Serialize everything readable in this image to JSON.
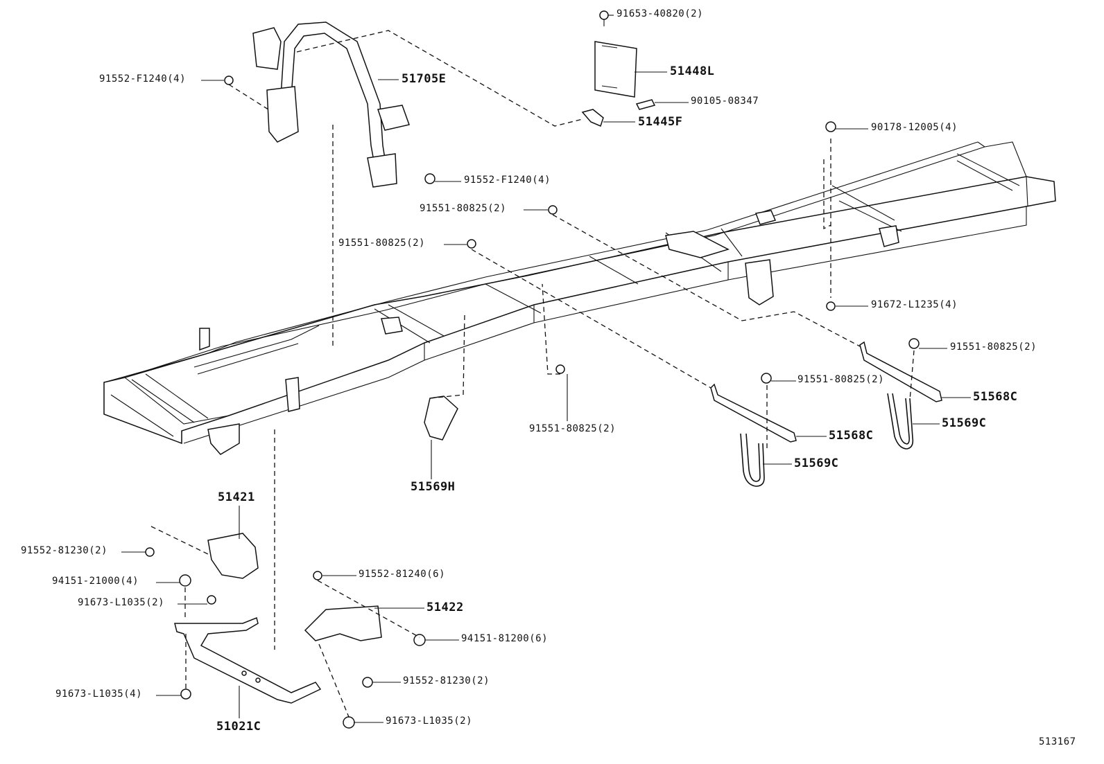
{
  "diagram": {
    "code": "513167",
    "parts": [
      {
        "id": "p1",
        "label": "91653-40820(2)"
      },
      {
        "id": "p2",
        "label": "51448L"
      },
      {
        "id": "p3",
        "label": "90105-08347"
      },
      {
        "id": "p4",
        "label": "51445F"
      },
      {
        "id": "p5",
        "label": "51705E"
      },
      {
        "id": "p6",
        "label": "91552-F1240(4)"
      },
      {
        "id": "p7",
        "label": "91552-F1240(4)"
      },
      {
        "id": "p8",
        "label": "90178-12005(4)"
      },
      {
        "id": "p9",
        "label": "91551-80825(2)"
      },
      {
        "id": "p10",
        "label": "91551-80825(2)"
      },
      {
        "id": "p11",
        "label": "91672-L1235(4)"
      },
      {
        "id": "p12",
        "label": "91551-80825(2)"
      },
      {
        "id": "p13",
        "label": "91551-80825(2)"
      },
      {
        "id": "p14",
        "label": "51568C"
      },
      {
        "id": "p15",
        "label": "51569C"
      },
      {
        "id": "p16",
        "label": "51568C"
      },
      {
        "id": "p17",
        "label": "51569C"
      },
      {
        "id": "p18",
        "label": "91551-80825(2)"
      },
      {
        "id": "p19",
        "label": "51569H"
      },
      {
        "id": "p20",
        "label": "51421"
      },
      {
        "id": "p21",
        "label": "91552-81230(2)"
      },
      {
        "id": "p22",
        "label": "94151-21000(4)"
      },
      {
        "id": "p23",
        "label": "91673-L1035(2)"
      },
      {
        "id": "p24",
        "label": "91552-81240(6)"
      },
      {
        "id": "p25",
        "label": "51422"
      },
      {
        "id": "p26",
        "label": "94151-81200(6)"
      },
      {
        "id": "p27",
        "label": "91552-81230(2)"
      },
      {
        "id": "p28",
        "label": "91673-L1035(4)"
      },
      {
        "id": "p29",
        "label": "91673-L1035(2)"
      },
      {
        "id": "p30",
        "label": "51021C"
      }
    ]
  }
}
